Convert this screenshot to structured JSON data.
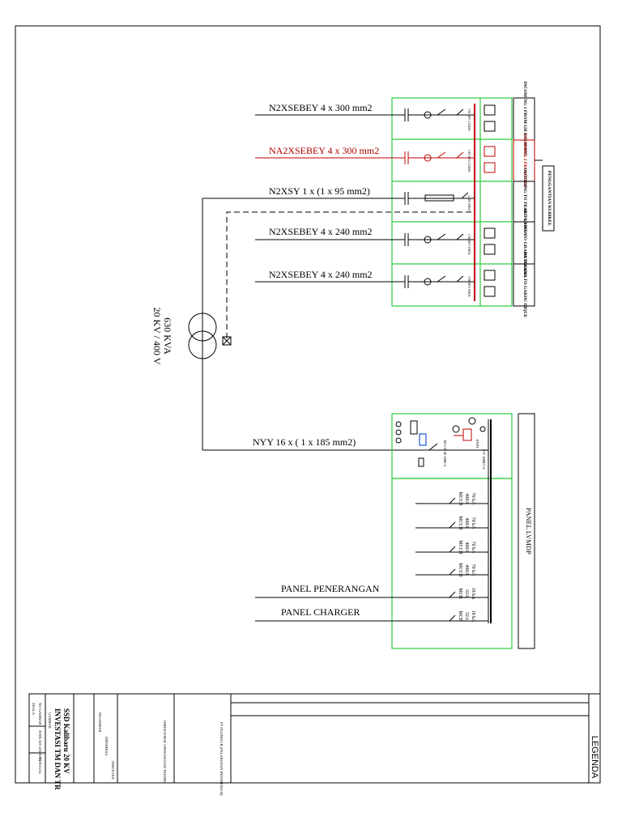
{
  "cables": {
    "incoming_1": "N2XSEBEY 4 x 300 mm2",
    "incoming_2": "NA2XSEBEY 4 x 300 mm2",
    "trafo": "N2XSY 1 x (1 x 95 mm2)",
    "outgoing_1": "N2XSEBEY 4 x 240 mm2",
    "outgoing_2": "N2XSEBEY 4 x 240 mm2",
    "lv_feeder": "NYY 16 x ( 1 x 185 mm2)"
  },
  "transformer": {
    "rating": "630 KVA",
    "voltage": "20 KV / 400 V"
  },
  "cubicles": [
    {
      "rating": "CB SF6 1250A",
      "desc": "INCOMING 1 FROM GH KALIBARU"
    },
    {
      "rating": "CB SF6 1250A",
      "desc": "INCOMING 2 FROM STG2"
    },
    {
      "rating": "LBS 630A",
      "desc": "OUTGOING TO TRAFO 630 KVA"
    },
    {
      "rating": "CB SF6 630A",
      "desc": "OUTGOING TO GRAHA SEGARA"
    },
    {
      "rating": "CB SF6 630A",
      "desc": "OUTGOING TO GARDU DIQUE"
    }
  ],
  "note": "PENGGANTIAN KUBIKEL",
  "lvmdp": {
    "title": "PANEL LVMDP",
    "main": "MCCB 4P 1000 A",
    "ct": "CT 1000/5 A",
    "meter": "KWH",
    "breakers": [
      {
        "type": "MCCB",
        "rating": "400A",
        "ka": "70 kA"
      },
      {
        "type": "MCCB",
        "rating": "400A",
        "ka": "70 kA"
      },
      {
        "type": "MCCB",
        "rating": "400A",
        "ka": "70 kA"
      },
      {
        "type": "MCCB",
        "rating": "400A",
        "ka": "70 kA"
      },
      {
        "type": "MCB",
        "rating": "32A",
        "ka": "18 kA"
      },
      {
        "type": "MCB",
        "rating": "32A",
        "ka": "18 kA"
      }
    ],
    "feeders": {
      "lighting": "PANEL PENERANGAN",
      "charger": "PANEL CHARGER"
    }
  },
  "title_block": {
    "legend": "LEGENDA",
    "drawing_label": "GAMBAR",
    "project": "INVESTASI TM DAN TR",
    "subtitle": "SSD Kalibaru 20 KV",
    "skala_label": "SKALA",
    "no_gambar_label": "NO GAMBAR",
    "jumlah_label": "JUMLAH LEMBAR",
    "tanggal_label": "TANGGAL",
    "company": "PT PELINDO II (PELABUHAN INDONESIA II)",
    "dept": "DIREKTORAT OPERASI DAN TEKNIK",
    "drawn": "DIGAMBAR",
    "checked": "DIPERIKSA",
    "approved": "DISETUJUI"
  }
}
